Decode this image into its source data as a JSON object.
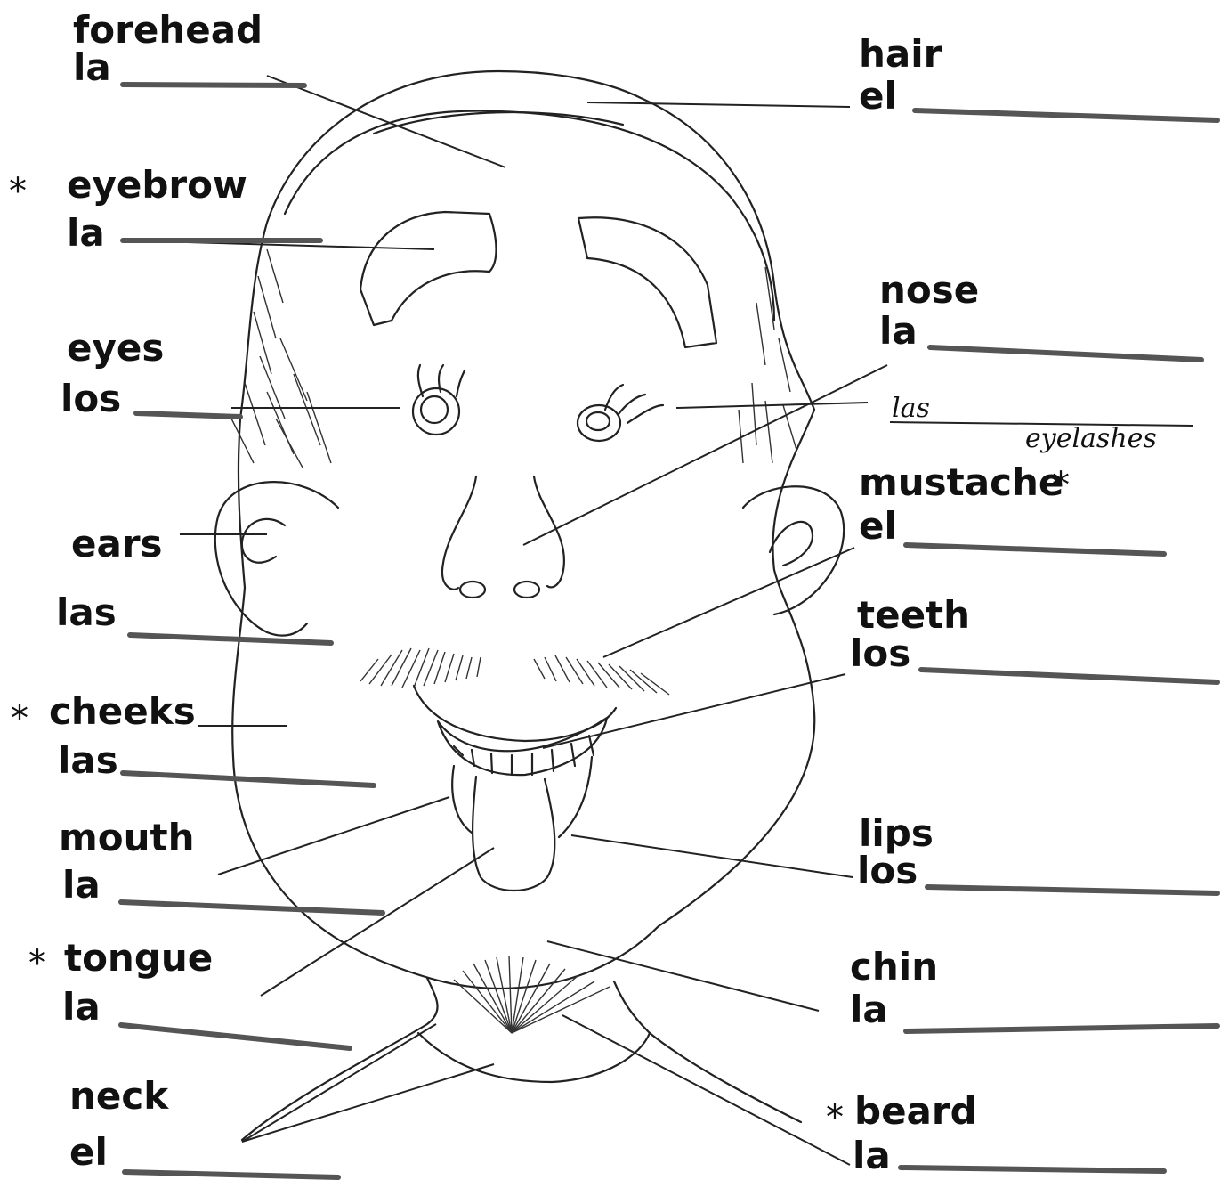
{
  "labels": {
    "forehead": {
      "english": "forehead",
      "article": "la"
    },
    "hair": {
      "english": "hair",
      "article": "el"
    },
    "eyebrow": {
      "english": "eyebrow",
      "article": "la",
      "star": "*"
    },
    "nose": {
      "english": "nose",
      "article": "la"
    },
    "eyes": {
      "english": "eyes",
      "article": "los"
    },
    "eyelashes": {
      "article": "las",
      "english": "eyelashes"
    },
    "mustache": {
      "english": "mustache",
      "article": "el",
      "star": "*"
    },
    "ears": {
      "english": "ears",
      "article": "las"
    },
    "teeth": {
      "english": "teeth",
      "article": "los"
    },
    "cheeks": {
      "english": "cheeks",
      "article": "las",
      "star": "*"
    },
    "lips": {
      "english": "lips",
      "article": "los"
    },
    "mouth": {
      "english": "mouth",
      "article": "la"
    },
    "chin": {
      "english": "chin",
      "article": "la"
    },
    "tongue": {
      "english": "tongue",
      "article": "la",
      "star": "*"
    },
    "neck": {
      "english": "neck",
      "article": "el"
    },
    "beard": {
      "english": "beard",
      "article": "la",
      "star": "*"
    }
  }
}
